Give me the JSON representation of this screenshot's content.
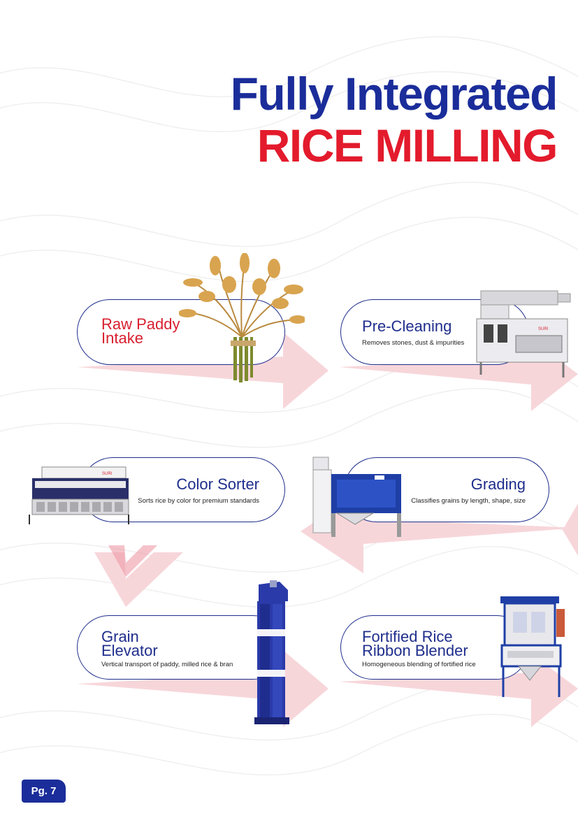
{
  "header": {
    "title_line1": "Fully Integrated",
    "title_line2": "RICE MILLING"
  },
  "steps": [
    {
      "title": "Raw Paddy\nIntake",
      "description": ""
    },
    {
      "title": "Pre-Cleaning",
      "description": "Removes stones, dust & impurities"
    },
    {
      "title": "Color Sorter",
      "description": "Sorts rice by color for premium standards"
    },
    {
      "title": "Grading",
      "description": "Classifies grains by length, shape, size"
    },
    {
      "title": "Grain\nElevator",
      "description": "Vertical transport of paddy, milled rice & bran"
    },
    {
      "title": "Fortified Rice\nRibbon Blender",
      "description": "Homogeneous blending of fortified rice"
    }
  ],
  "footer": {
    "page_label": "Pg. 7"
  },
  "colors": {
    "brand_blue": "#1b2d9a",
    "brand_red": "#e31b2c",
    "arrow_pink": "#f7d6da"
  }
}
